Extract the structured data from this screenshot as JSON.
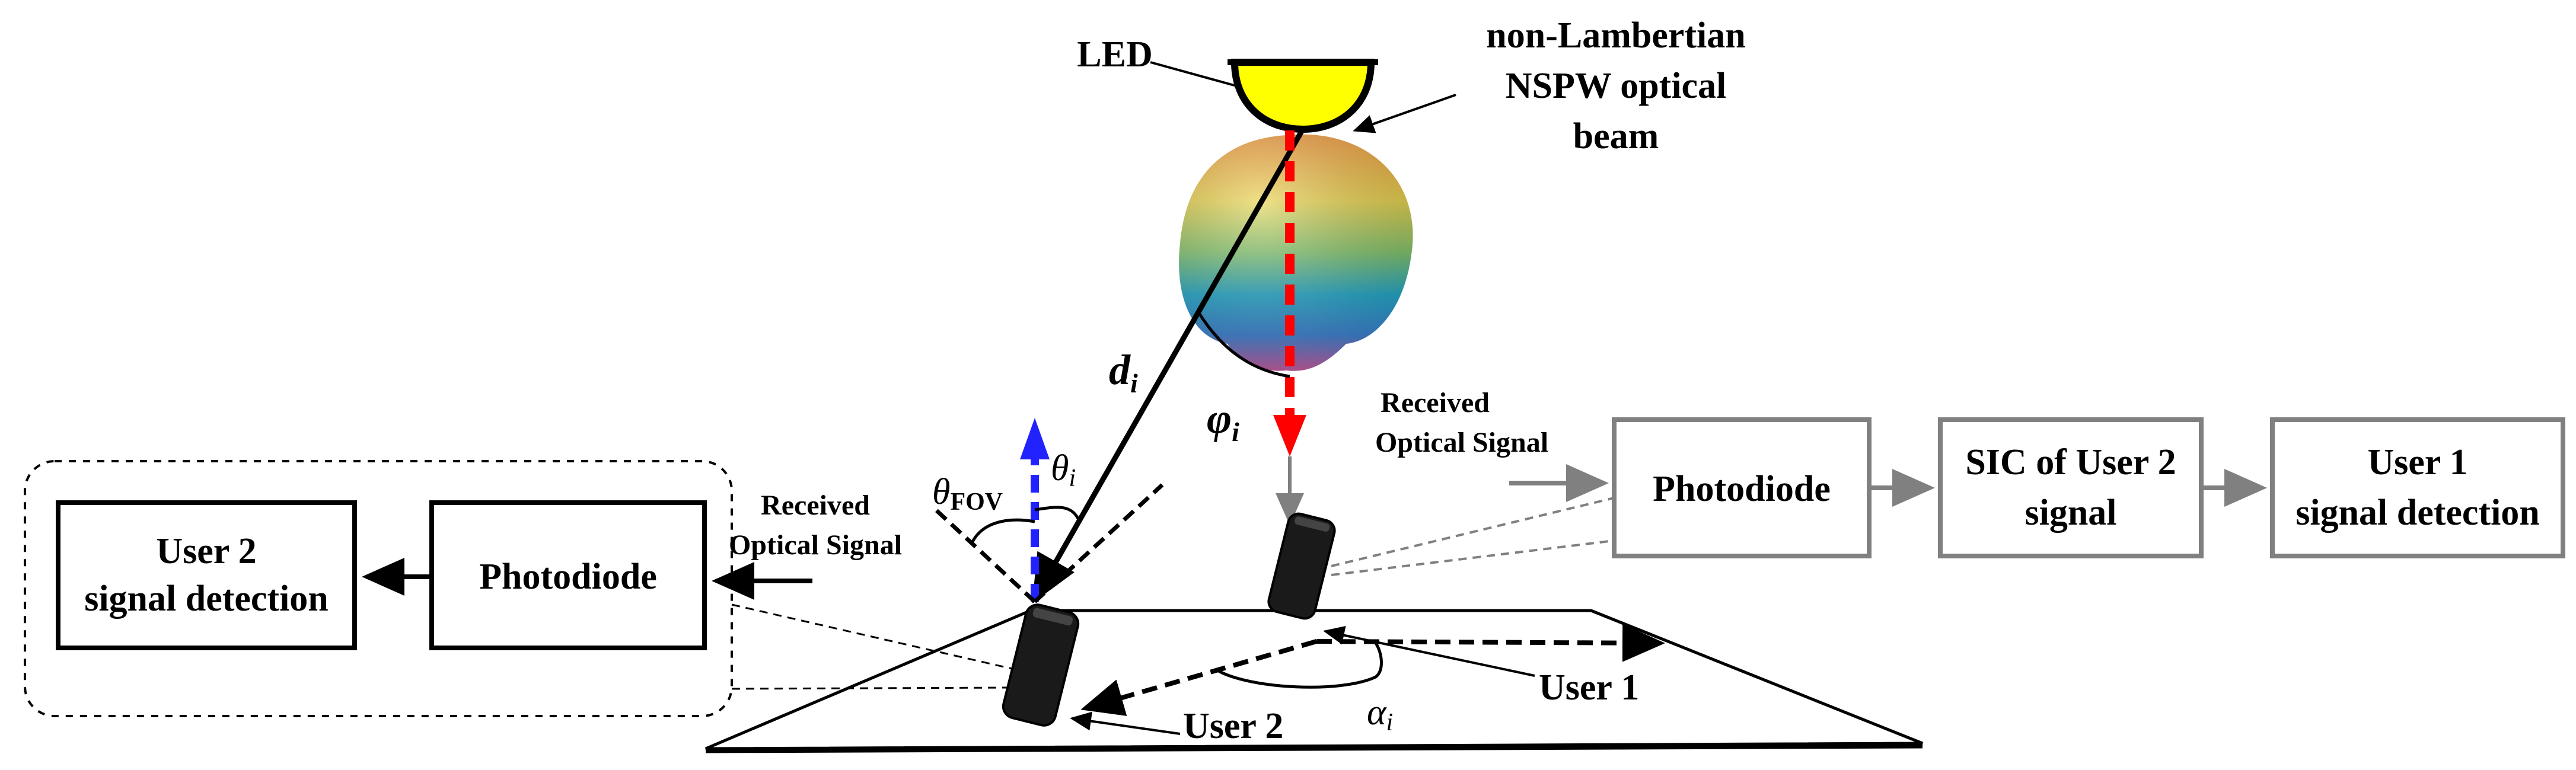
{
  "labels": {
    "led": "LED",
    "beam_line1": "non-Lambertian",
    "beam_line2": "NSPW  optical",
    "beam_line3": "beam",
    "distance": "d",
    "distance_sub": "i",
    "irradiance_angle": "φ",
    "irradiance_sub": "i",
    "incidence_angle": "θ",
    "incidence_sub": "i",
    "fov_theta": "θ",
    "fov_sub": "FOV",
    "alpha": "α",
    "alpha_sub": "i",
    "user1": "User 1",
    "user2": "User 2"
  },
  "left_chain": {
    "received_line1": "Received",
    "received_line2": "Optical Signal",
    "photodiode": "Photodiode",
    "detection_line1": "User 2",
    "detection_line2": "signal detection"
  },
  "right_chain": {
    "received_line1": "Received",
    "received_line2": "Optical Signal",
    "photodiode": "Photodiode",
    "sic_line1": "SIC of User 2",
    "sic_line2": "signal",
    "detection_line1": "User 1",
    "detection_line2": "signal detection"
  },
  "colors": {
    "box_gray": "#808080",
    "led_fill": "#ffff00",
    "red_arrow": "#ff0000",
    "blue_arrow": "#2222ff",
    "device": "#1a1a1a"
  }
}
